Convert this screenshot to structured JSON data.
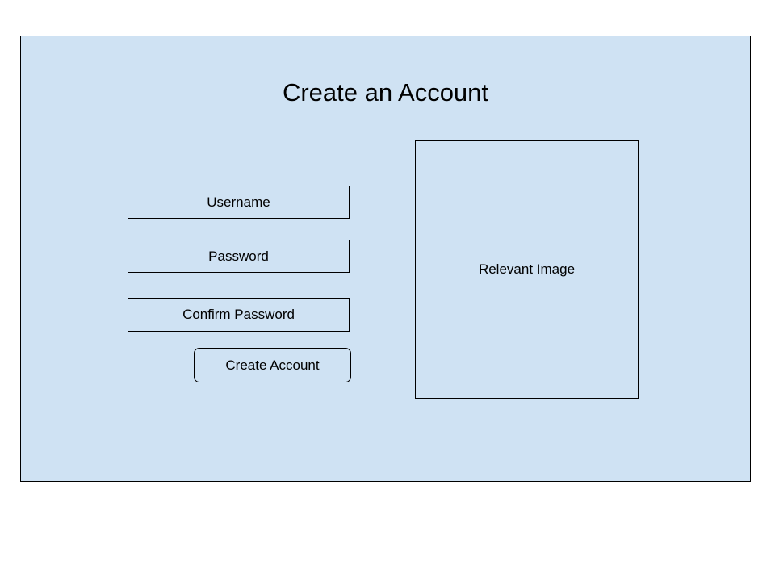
{
  "form": {
    "title": "Create an Account",
    "username_label": "Username",
    "password_label": "Password",
    "confirm_password_label": "Confirm Password",
    "submit_label": "Create Account"
  },
  "image_panel": {
    "label": "Relevant Image"
  },
  "colors": {
    "background": "#cfe2f3",
    "border": "#000000"
  }
}
